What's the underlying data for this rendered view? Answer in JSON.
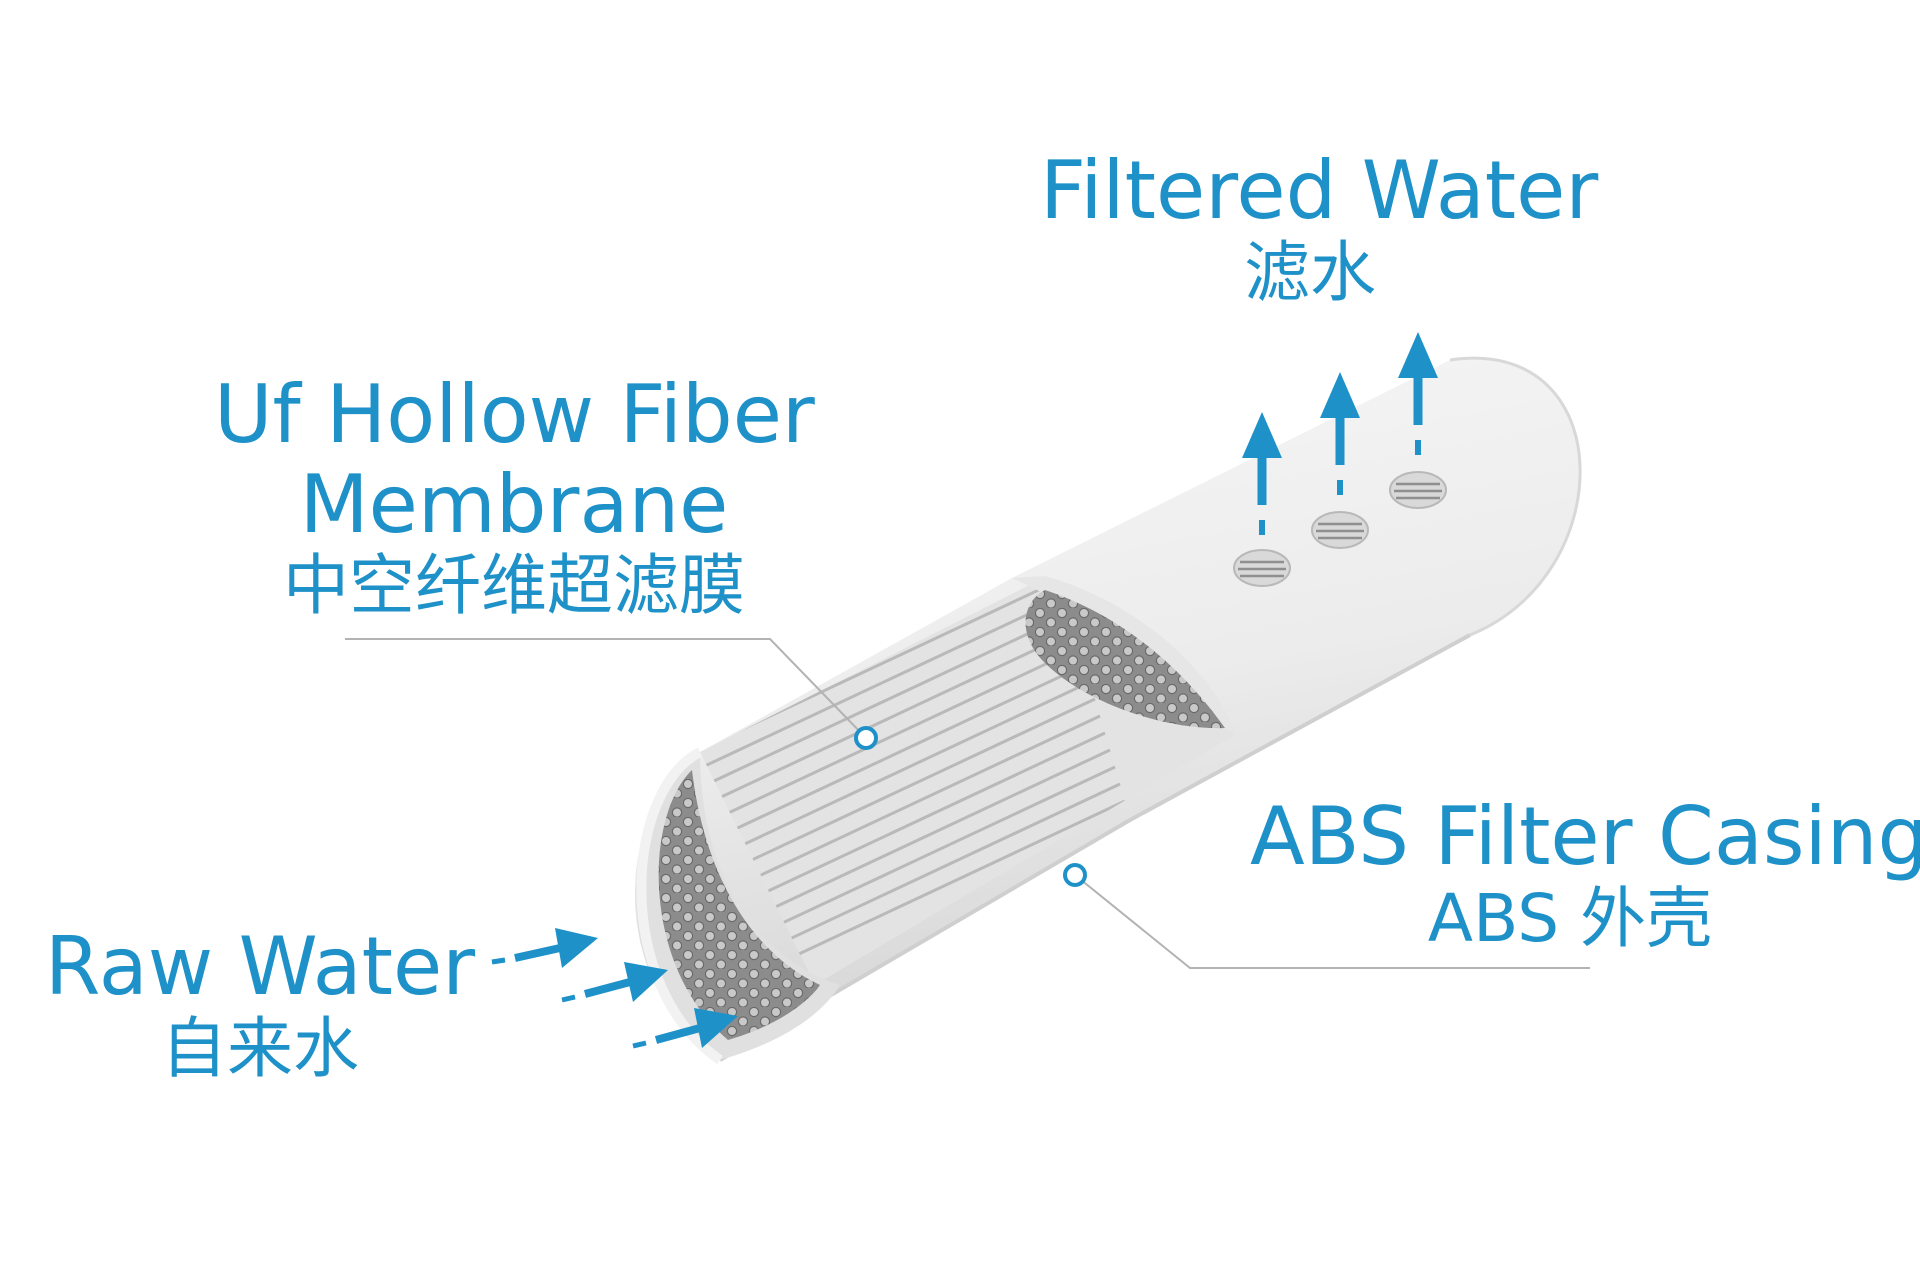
{
  "colors": {
    "label": "#1e91c9",
    "arrow": "#1e91c9",
    "casing": "#ececec",
    "casing_shade": "#d6d6d6",
    "fiber": "#d0d0d0",
    "fiber_bundle": "#8a8a8a",
    "leader_line": "#b3b3b3"
  },
  "labels": {
    "filtered_water": {
      "en": "Filtered Water",
      "zh": "滤水"
    },
    "uf_membrane": {
      "en_line1": "Uf Hollow Fiber",
      "en_line2": "Membrane",
      "zh": "中空纤维超滤膜"
    },
    "abs_casing": {
      "en": "ABS Filter Casing",
      "zh": "ABS 外壳"
    },
    "raw_water": {
      "en": "Raw Water",
      "zh": "自来水"
    }
  },
  "icons": {
    "inflow": "arrow-right-icon",
    "outflow": "arrow-up-icon",
    "callout": "circle-marker-icon"
  }
}
